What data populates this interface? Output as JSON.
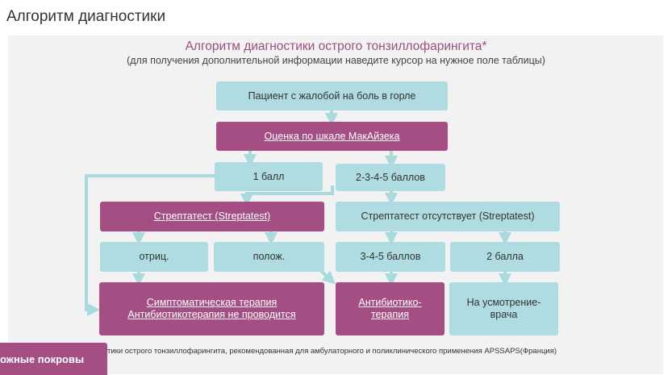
{
  "page": {
    "heading": "Алгоритм диагностики"
  },
  "diagram": {
    "title": "Алгоритм диагностики острого тонзиллофарингита*",
    "subtitle": "(для получения дополнительной информации наведите курсор на нужное поле таблицы)",
    "nodes": {
      "patient": "Пациент с жалобой на боль в горле",
      "mcisaac": "Оценка по шкале МакАйзека",
      "score_1": "1 балл",
      "score_2_5": "2-3-4-5 баллов",
      "streptatest": "Стрептатест (Streptatest)",
      "streptatest_absent": "Стрептатест отсутствует (Streptatest)",
      "negative": "отриц.",
      "positive": "полож.",
      "score_3_5": "3-4-5 баллов",
      "score_2": "2 балла",
      "symptomatic_line1": "Симптоматическая терапия",
      "symptomatic_line2": "Антибиотикотерапия не проводится",
      "antibiotic_line1": "Антибиотико-",
      "antibiotic_line2": "терапия",
      "doctor_line1": "На усмотрение-",
      "doctor_line2": "врача"
    },
    "footnote": "тики острого тонзиллофарингита, рекомендованная для амбулаторного и поликлинического применения APSSAPS(Франция)"
  },
  "bottom_tab": {
    "label": "ожные покровы"
  },
  "colors": {
    "accent_plum": "#a44e84",
    "light_teal": "#aedce0",
    "arrow": "#a9dadd",
    "panel_bg": "#f2f2f2"
  }
}
